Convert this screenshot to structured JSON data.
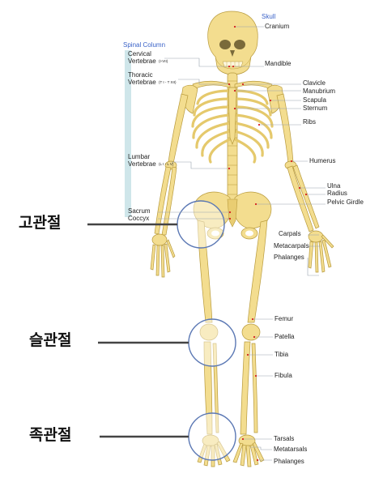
{
  "groups": {
    "skull": "Skull",
    "spinal_column": "Spinal Column"
  },
  "bone_labels": {
    "cranium": "Cranium",
    "cervical": "Cervical",
    "vertebrae_1": "Vertebrae",
    "cervical_range": "(I-VII)",
    "mandible": "Mandible",
    "thoracic": "Thoracic",
    "vertebrae_2": "Vertebrae",
    "thoracic_range": "(T I - T XII)",
    "clavicle": "Clavicle",
    "manubrium": "Manubrium",
    "scapula": "Scapula",
    "sternum": "Sternum",
    "ribs": "Ribs",
    "lumbar": "Lumbar",
    "vertebrae_3": "Vertebrae",
    "lumbar_range": "(L I - L V)",
    "humerus": "Humerus",
    "ulna": "Ulna",
    "radius": "Radius",
    "pelvic_girdle": "Pelvic Girdle",
    "sacrum": "Sacrum",
    "coccyx": "Coccyx",
    "carpals": "Carpals",
    "metacarpals": "Metacarpals",
    "phalanges_hand": "Phalanges",
    "femur": "Femur",
    "patella": "Patella",
    "tibia": "Tibia",
    "fibula": "Fibula",
    "tarsals": "Tarsals",
    "metatarsals": "Metatarsals",
    "phalanges_foot": "Phalanges"
  },
  "joints": {
    "hip": "고관절",
    "knee": "슬관절",
    "ankle": "족관절"
  },
  "colors": {
    "bone": "#f3dd8f",
    "bone_stroke": "#b89a3c",
    "bracket": "#cfe6ea",
    "marker": "#d42020",
    "joint_circle": "#5b78b4",
    "pointer": "#444444",
    "group_label": "#3b63c8"
  }
}
